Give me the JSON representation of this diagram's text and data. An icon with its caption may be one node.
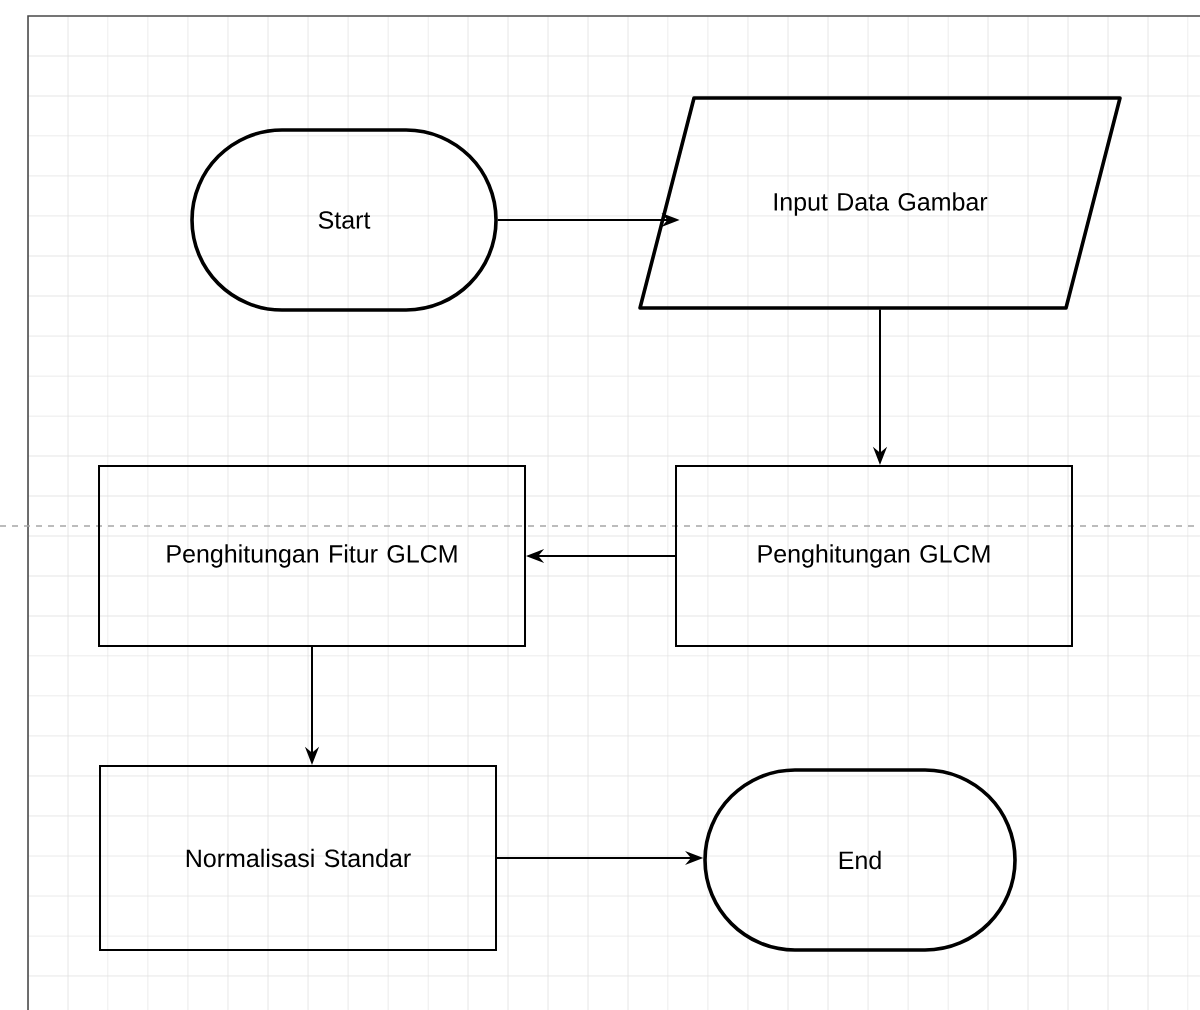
{
  "diagram": {
    "nodes": [
      {
        "text": [
          "Start"
        ]
      },
      {
        "text": [
          "Input Data Gambar"
        ]
      },
      {
        "text": [
          "Penghitungan GLCM"
        ]
      },
      {
        "text": [
          "Penghitungan Fitur GLCM"
        ]
      },
      {
        "text": [
          "Normalisasi Standar"
        ]
      },
      {
        "text": [
          "End"
        ]
      }
    ],
    "edges": [
      {
        "from": 0,
        "to": 1,
        "arrow": "to"
      },
      {
        "from": 1,
        "to": 2,
        "arrow": "to"
      },
      {
        "from": 2,
        "to": 3,
        "arrow": "to"
      },
      {
        "from": 3,
        "to": 4,
        "arrow": "to"
      },
      {
        "from": 4,
        "to": 5,
        "arrow": "to"
      }
    ]
  }
}
